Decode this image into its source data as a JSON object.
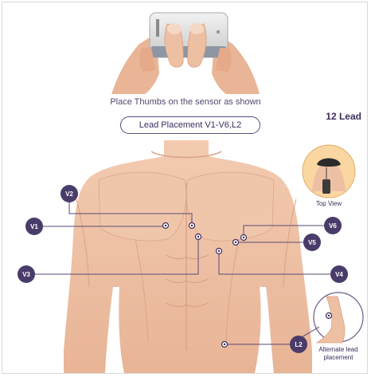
{
  "instruction": "Place Thumbs on the sensor as shown",
  "lead_type": "12 Lead",
  "placement_label": "Lead Placement V1-V6,L2",
  "labels": {
    "v1": "V1",
    "v2": "V2",
    "v3": "V3",
    "v4": "V4",
    "v5": "V5",
    "v6": "V6",
    "l2": "L2"
  },
  "top_view_caption": "Top View",
  "alternate_caption_line1": "Alternate lead",
  "alternate_caption_line2": "placement",
  "colors": {
    "accent": "#4a3c6a",
    "skin": "#eec0a3",
    "skin_shadow": "#d99e80"
  }
}
